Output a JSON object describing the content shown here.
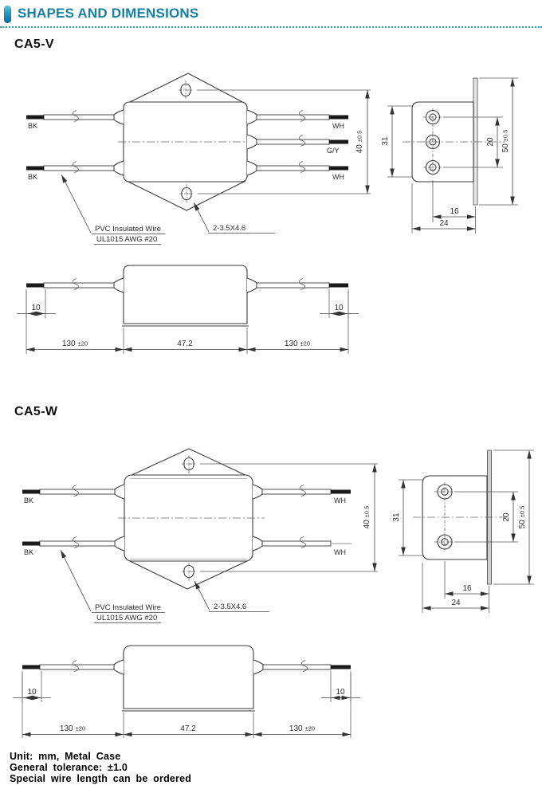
{
  "header": {
    "title": "SHAPES AND DIMENSIONS"
  },
  "sections": [
    {
      "title": "CA5-V",
      "wire_labels": {
        "left_top": "BK",
        "left_bottom": "BK",
        "right_top": "WH",
        "right_middle": "G/Y",
        "right_bottom": "WH"
      },
      "notes": {
        "wire_note_line1": "PVC Insulated Wire",
        "wire_note_line2": "UL1015 AWG #20",
        "hole_callout": "2-3.5X4.6"
      },
      "dims": {
        "overall_height": {
          "value": "40",
          "tol": "±0.5"
        },
        "case_height": "31",
        "hole_pitch": "20",
        "bracket_height": {
          "value": "50",
          "tol": "±0.5"
        },
        "hole_to_edge": "16",
        "case_depth": "24",
        "strip_left": "10",
        "strip_right": "10",
        "lead_left": {
          "value": "130",
          "tol": "±20"
        },
        "case_width": "47.2",
        "lead_right": {
          "value": "130",
          "tol": "±20"
        }
      }
    },
    {
      "title": "CA5-W",
      "wire_labels": {
        "left_top": "BK",
        "left_bottom": "BK",
        "right_top": "WH",
        "right_bottom": "WH"
      },
      "notes": {
        "wire_note_line1": "PVC Insulated Wire",
        "wire_note_line2": "UL1015 AWG #20",
        "hole_callout": "2-3.5X4.6"
      },
      "dims": {
        "overall_height": {
          "value": "40",
          "tol": "±0.5"
        },
        "case_height": "31",
        "hole_pitch": "20",
        "bracket_height": {
          "value": "50",
          "tol": "±0.5"
        },
        "hole_to_edge": "16",
        "case_depth": "24",
        "strip_left": "10",
        "strip_right": "10",
        "lead_left": {
          "value": "130",
          "tol": "±20"
        },
        "case_width": "47.2",
        "lead_right": {
          "value": "130",
          "tol": "±20"
        }
      }
    }
  ],
  "footer": {
    "line1": "Unit: mm, Metal Case",
    "line2": "General tolerance: ±1.0",
    "line3": "Special wire length can be ordered"
  }
}
